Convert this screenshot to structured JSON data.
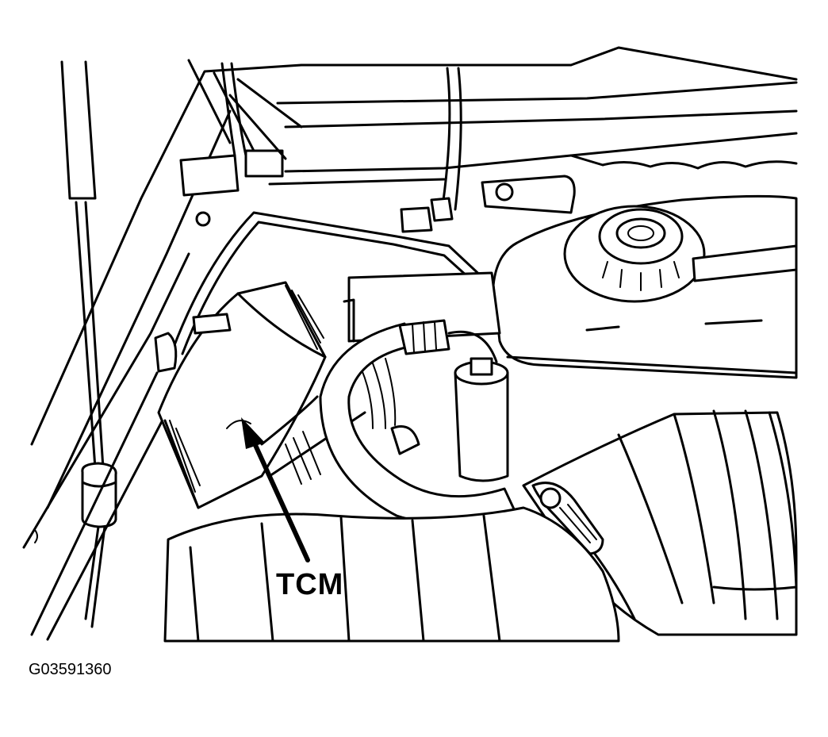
{
  "diagram": {
    "callout_label": "TCM",
    "figure_id": "G03591360"
  },
  "components": [
    {
      "name": "transmission-control-module",
      "label": "TCM"
    },
    {
      "name": "hood-support-strut"
    },
    {
      "name": "coolant-reservoir"
    },
    {
      "name": "coolant-reservoir-cap"
    },
    {
      "name": "air-intake-duct"
    },
    {
      "name": "radiator-hose"
    },
    {
      "name": "hose-clamp"
    },
    {
      "name": "wiring-harness"
    }
  ]
}
